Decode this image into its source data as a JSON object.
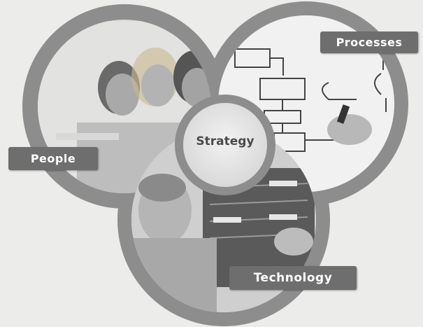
{
  "labels": {
    "people": "People",
    "processes": "Processes",
    "technology": "Technology",
    "center": "Strategy"
  },
  "colors": {
    "ring": "#8c8c8c",
    "ring_light": "#bdbdbd",
    "label_bg": "#6e6e6e",
    "background": "#ececea"
  }
}
